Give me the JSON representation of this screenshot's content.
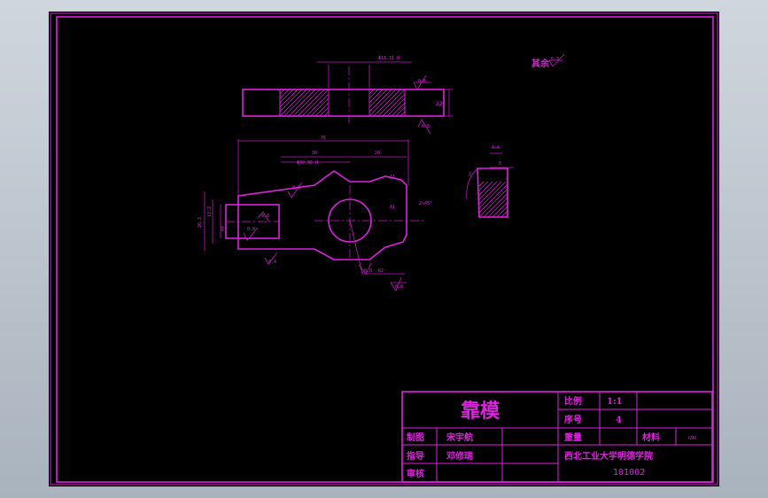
{
  "title_block": {
    "part_name": "靠模",
    "scale_label": "比例",
    "scale_value": "1:1",
    "seq_label": "序号",
    "seq_value": "4",
    "weight_label": "重量",
    "material_label": "材料",
    "material_value": "G90",
    "drawn_label": "制图",
    "drawn_name": "宋宇航",
    "guide_label": "指导",
    "guide_name": "邓修瑞",
    "review_label": "审核",
    "school": "西北工业大学明德学院",
    "drawing_no": "101002"
  },
  "annotations": {
    "other_finish": "其余",
    "other_finish_value": "6.3",
    "bore_top": "Φ18.31 H",
    "rough_top": "0.8",
    "rough_top_b": "0.8",
    "height_top": "22",
    "length_overall": "76",
    "dim_30": "30",
    "dim_26": "26",
    "bore_main": "Φ30.86 H",
    "rough_a": "0.8",
    "rough_b": "0.8",
    "rough_c": "0.8",
    "rough_d": "0.4",
    "rough_e": "0.8",
    "rough_f": "0.8",
    "a_label_1": "A1",
    "a_label_2": "A1",
    "chamfer": "2×45°",
    "r_label": "R2",
    "left_dim_1": "26.2",
    "left_dim_2": "13.2",
    "left_dim_3": "44",
    "section_dim": "5",
    "section_angle": "2",
    "section_arrow": "A—A"
  }
}
